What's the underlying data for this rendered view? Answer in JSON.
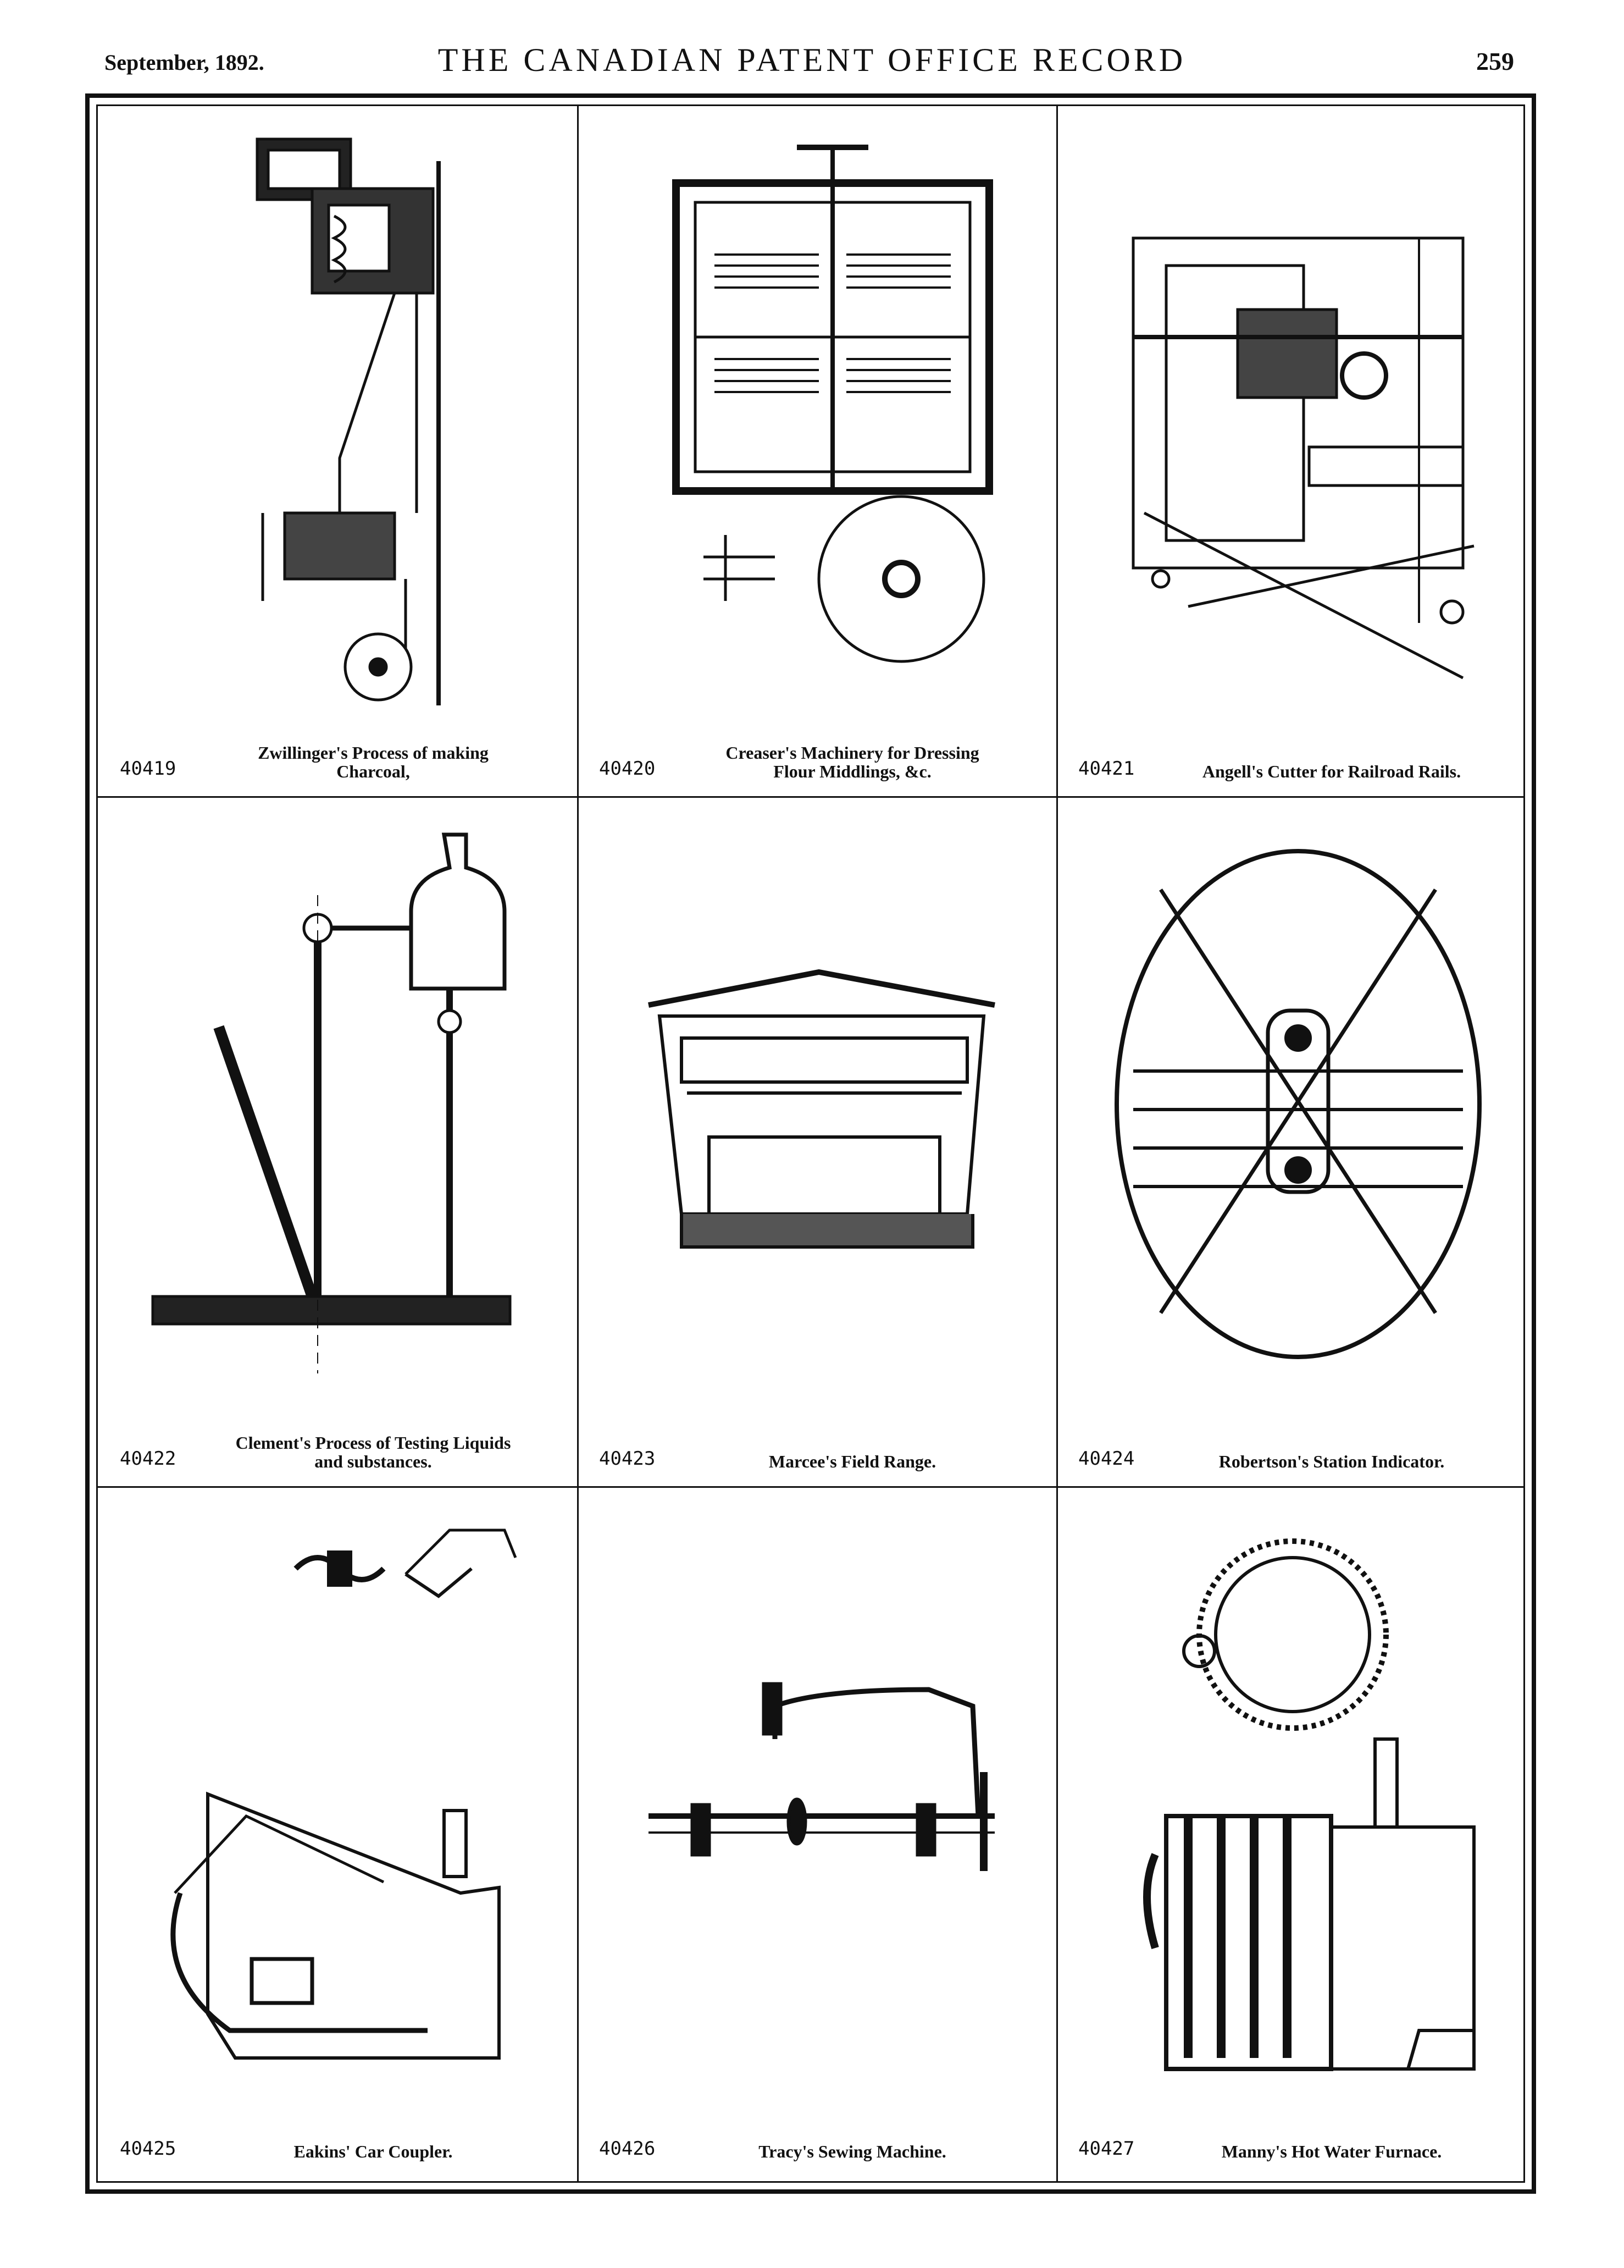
{
  "header": {
    "date": "September, 1892.",
    "title": "THE CANADIAN PATENT OFFICE RECORD",
    "page": "259"
  },
  "patents": [
    {
      "number": "40419",
      "title_l1": "Zwillinger's Process of making",
      "title_l2": "Charcoal,"
    },
    {
      "number": "40420",
      "title_l1": "Creaser's Machinery for Dressing",
      "title_l2": "Flour Middlings, &c."
    },
    {
      "number": "40421",
      "title_l1": "Angell's Cutter for Railroad Rails.",
      "title_l2": ""
    },
    {
      "number": "40422",
      "title_l1": "Clement's Process of Testing Liquids",
      "title_l2": "and substances."
    },
    {
      "number": "40423",
      "title_l1": "Marcee's Field Range.",
      "title_l2": ""
    },
    {
      "number": "40424",
      "title_l1": "Robertson's Station Indicator.",
      "title_l2": ""
    },
    {
      "number": "40425",
      "title_l1": "Eakins' Car Coupler.",
      "title_l2": ""
    },
    {
      "number": "40426",
      "title_l1": "Tracy's Sewing Machine.",
      "title_l2": ""
    },
    {
      "number": "40427",
      "title_l1": "Manny's Hot Water Furnace.",
      "title_l2": ""
    }
  ]
}
